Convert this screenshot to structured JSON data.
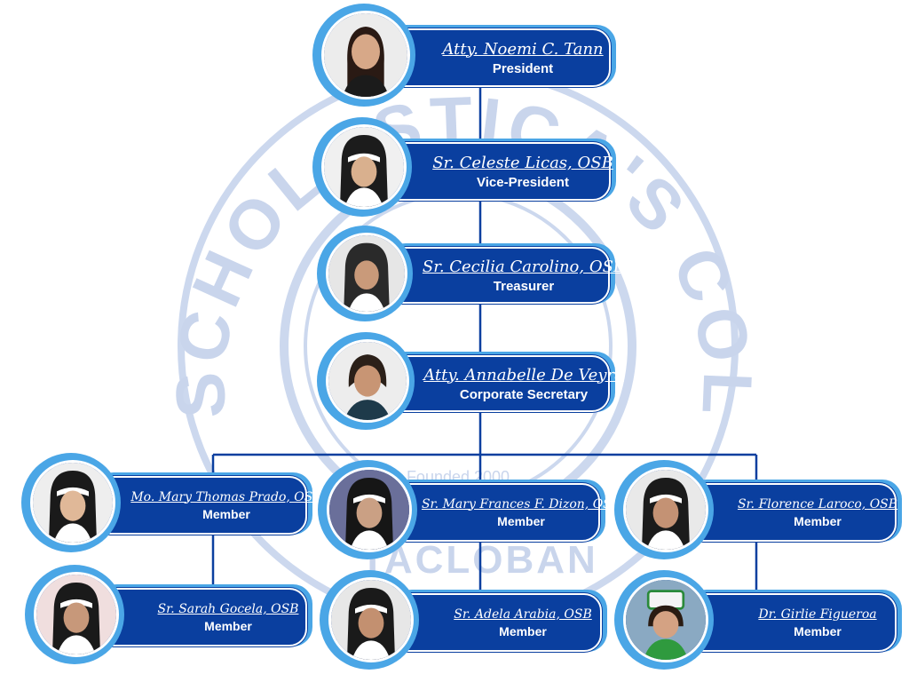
{
  "watermark": {
    "arc_text": "SCHOLASTICA'S COLLEGE",
    "founded": "Founded 2000",
    "city": "TACLOBAN"
  },
  "officers": [
    {
      "name": "Atty. Noemi C. Tann",
      "role": "President"
    },
    {
      "name": "Sr. Celeste Licas, OSB",
      "role": "Vice-President"
    },
    {
      "name": "Sr. Cecilia Carolino, OSB",
      "role": "Treasurer"
    },
    {
      "name": "Atty. Annabelle De Veyra",
      "role": "Corporate Secretary"
    }
  ],
  "members": [
    {
      "name": "Mo. Mary Thomas Prado, OSB",
      "role": "Member"
    },
    {
      "name": "Sr. Mary Frances F. Dizon, OSB",
      "role": "Member"
    },
    {
      "name": "Sr. Florence Laroco, OSB",
      "role": "Member"
    },
    {
      "name": "Sr. Sarah Gocela, OSB",
      "role": "Member"
    },
    {
      "name": "Sr. Adela Arabia, OSB",
      "role": "Member"
    },
    {
      "name": "Dr. Girlie Figueroa",
      "role": "Member"
    }
  ],
  "colors": {
    "bar": "#0a3f9f",
    "accent": "#4aa6e6",
    "watermark": "#c9d5ec"
  }
}
